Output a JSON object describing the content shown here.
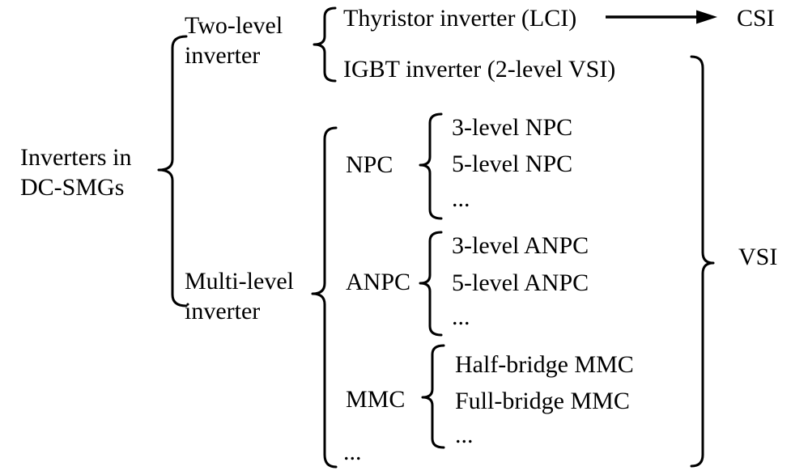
{
  "diagram": {
    "root_label": "Inverters in\nDC-SMGs",
    "two_level": {
      "label": "Two-level\ninverter",
      "children": [
        "Thyristor inverter (LCI)",
        "IGBT inverter (2-level VSI)"
      ]
    },
    "multi_level": {
      "label": "Multi-level\ninverter",
      "groups": [
        {
          "label": "NPC",
          "items": [
            "3-level NPC",
            "5-level NPC",
            "..."
          ]
        },
        {
          "label": "ANPC",
          "items": [
            "3-level ANPC",
            "5-level ANPC",
            "..."
          ]
        },
        {
          "label": "MMC",
          "items": [
            "Half-bridge MMC",
            "Full-bridge MMC",
            "..."
          ]
        }
      ],
      "more": "..."
    },
    "csi_label": "CSI",
    "vsi_label": "VSI",
    "colors": {
      "ink": "#000000",
      "background": "#ffffff"
    }
  }
}
